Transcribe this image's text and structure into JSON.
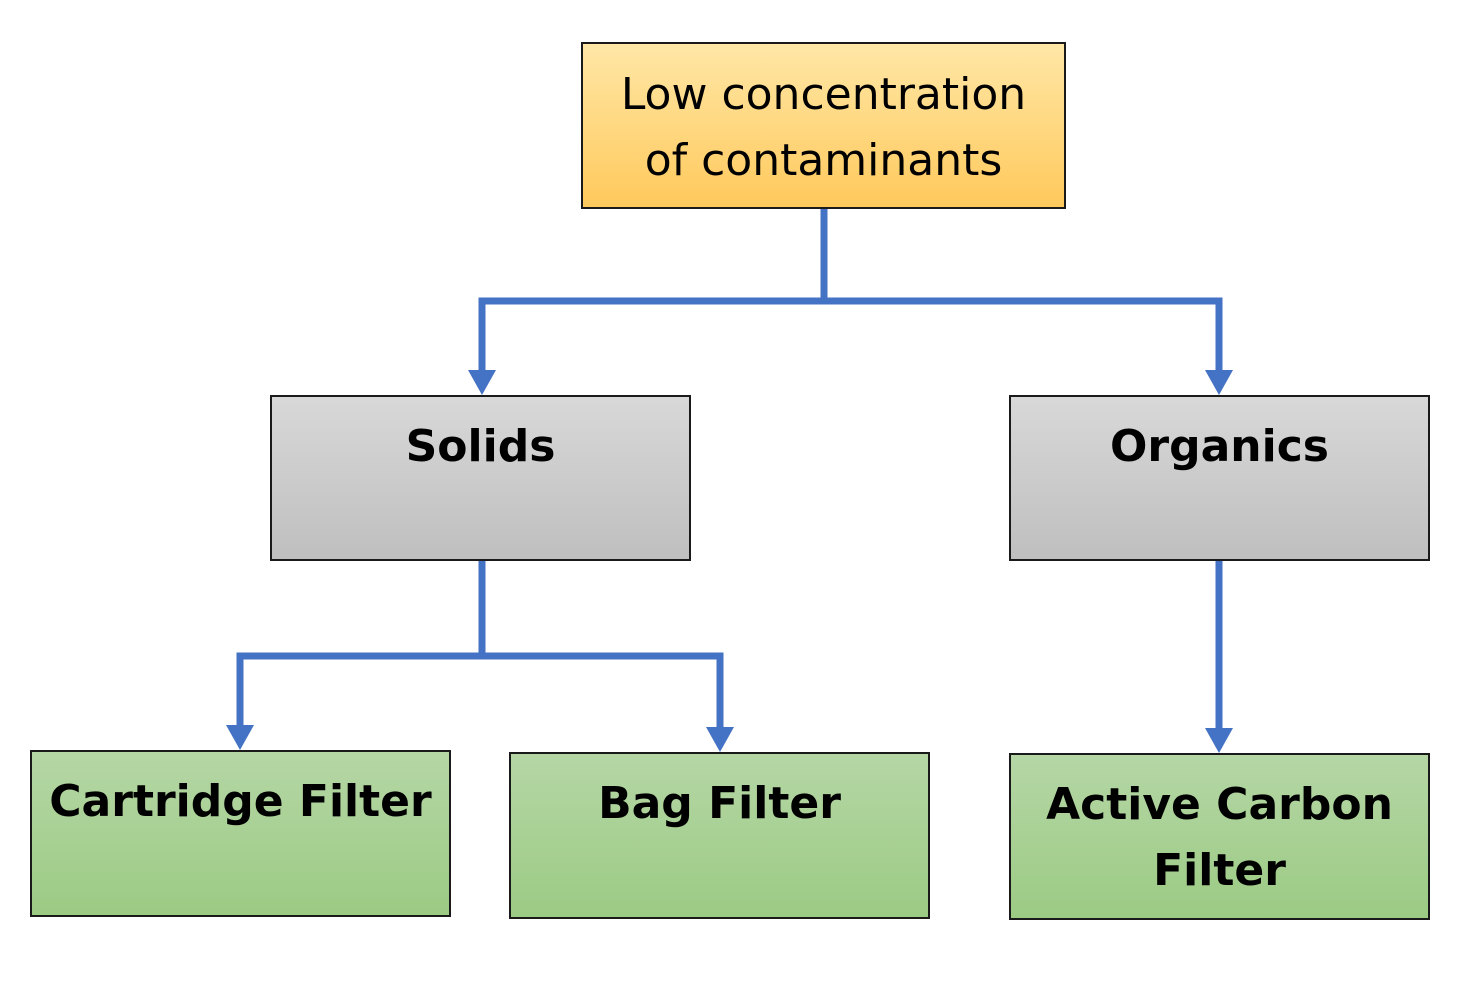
{
  "diagram": {
    "root": {
      "lines": [
        "Low concentration",
        "of contaminants"
      ]
    },
    "categories": [
      {
        "label": "Solids",
        "children": [
          {
            "lines": [
              "Cartridge Filter"
            ]
          },
          {
            "lines": [
              "Bag Filter"
            ]
          }
        ]
      },
      {
        "label": "Organics",
        "children": [
          {
            "lines": [
              "Active Carbon",
              "Filter"
            ]
          }
        ]
      }
    ],
    "colors": {
      "connector": "#4472C4",
      "root_fill": "#FFD580",
      "category_fill": "#CCCCCC",
      "leaf_fill": "#A9D18E",
      "border": "#1A1A1A"
    }
  }
}
